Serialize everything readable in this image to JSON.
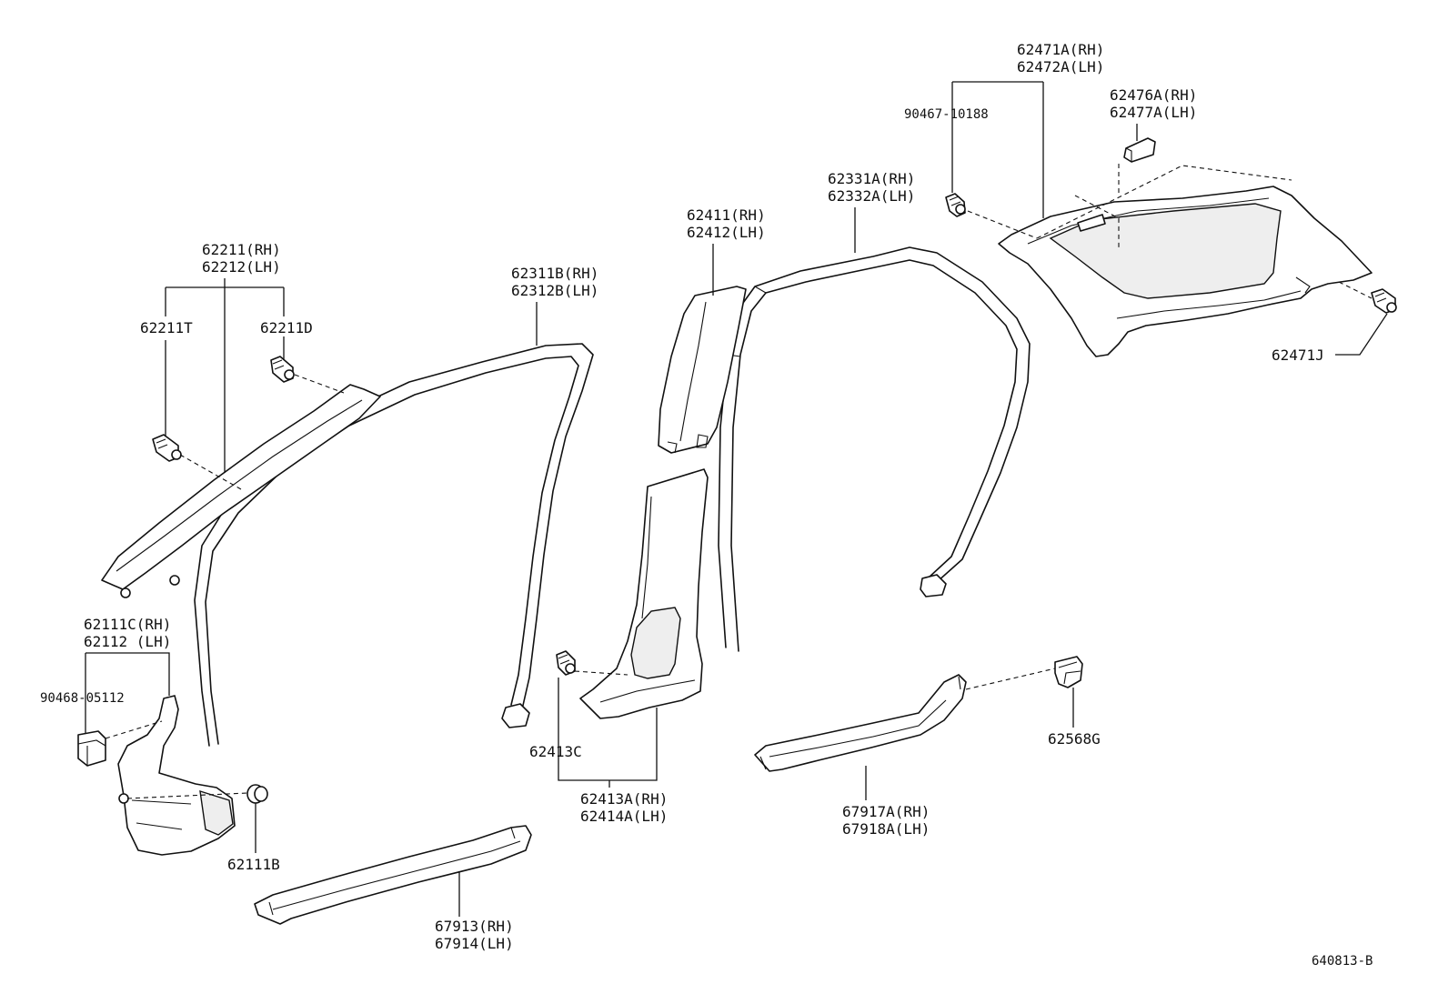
{
  "diagram": {
    "drawing_code": "640813-B",
    "callouts": {
      "c62471A": [
        "62471A(RH)",
        "62472A(LH)"
      ],
      "c90467": [
        "90467-10188"
      ],
      "c62476A": [
        "62476A(RH)",
        "62477A(LH)"
      ],
      "c62331A": [
        "62331A(RH)",
        "62332A(LH)"
      ],
      "c62411": [
        "62411(RH)",
        "62412(LH)"
      ],
      "c62471J": [
        "62471J"
      ],
      "c62211": [
        "62211(RH)",
        "62212(LH)"
      ],
      "c62211T": [
        "62211T"
      ],
      "c62211D": [
        "62211D"
      ],
      "c62311B": [
        "62311B(RH)",
        "62312B(LH)"
      ],
      "c62111C": [
        "62111C(RH)",
        "62112  (LH)"
      ],
      "c90468": [
        "90468-05112"
      ],
      "c62111B": [
        "62111B"
      ],
      "c62413C": [
        "62413C"
      ],
      "c62413A": [
        "62413A(RH)",
        "62414A(LH)"
      ],
      "c62568G": [
        "62568G"
      ],
      "c67917A": [
        "67917A(RH)",
        "67918A(LH)"
      ],
      "c67913": [
        "67913(RH)",
        "67914(LH)"
      ]
    }
  }
}
